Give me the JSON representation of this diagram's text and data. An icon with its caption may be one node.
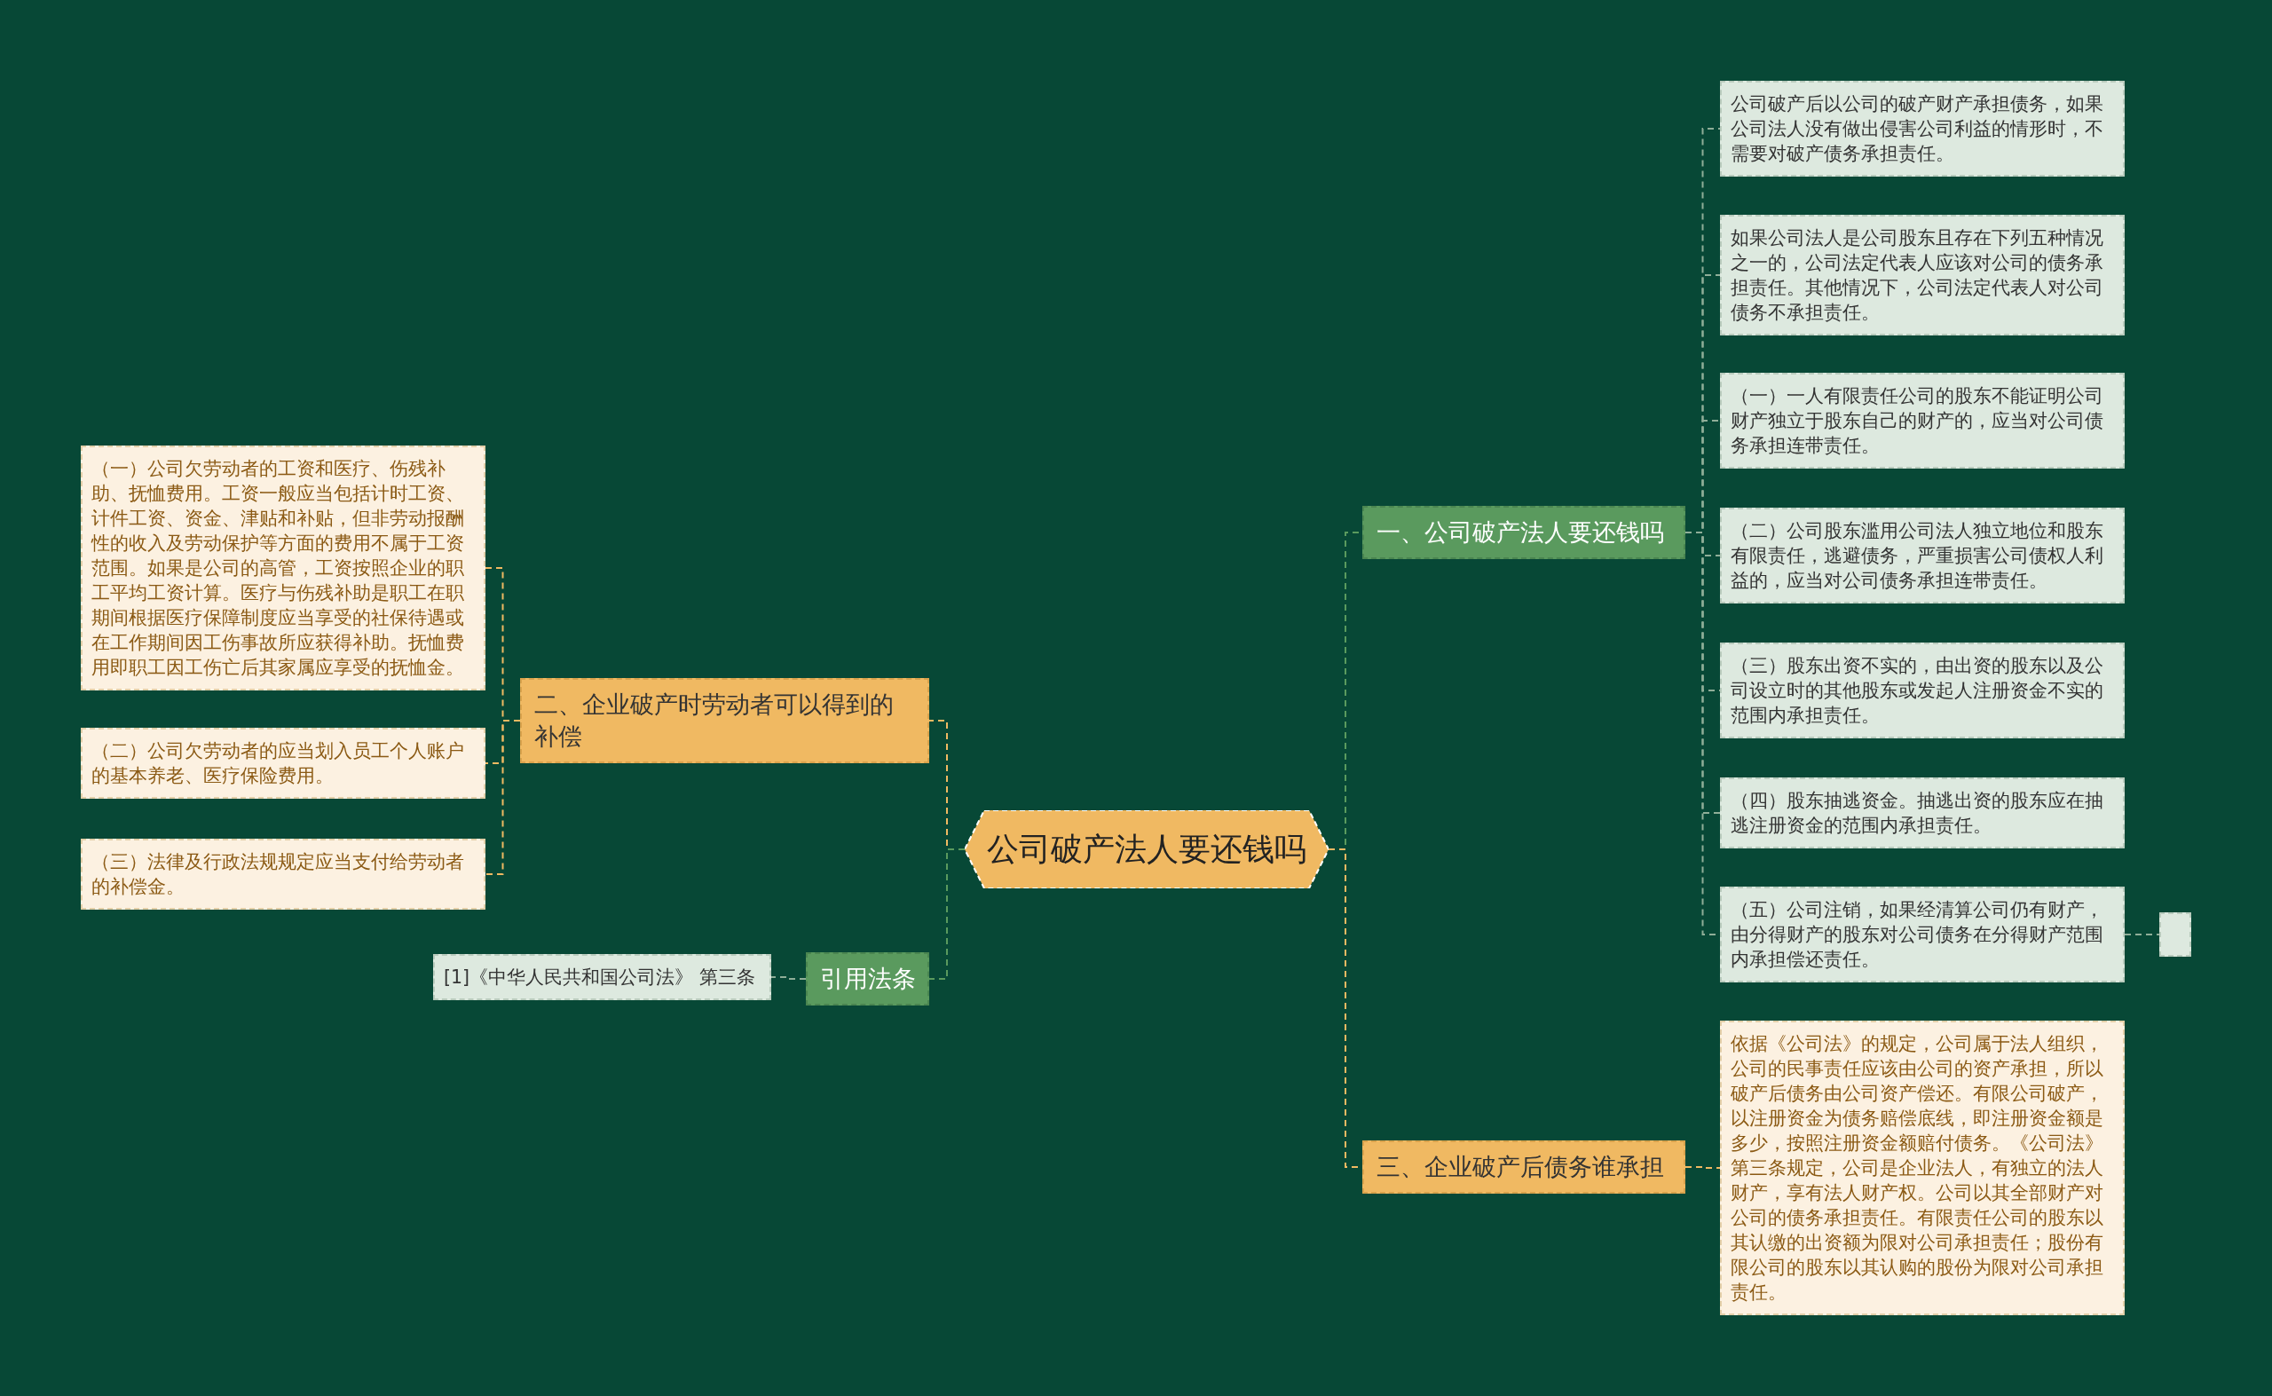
{
  "diagram": {
    "nodes": [
      {
        "text": [
          "公司破产法人要还钱吗"
        ]
      },
      {
        "text": [
          "一、公司破产法人要还钱吗"
        ]
      },
      {
        "text": [
          "公司破产后以公司的破产财产承担债务，如果公司法人没有做出侵害公司利益的情形时，不需要对破产债务承担责任。"
        ]
      },
      {
        "text": [
          "如果公司法人是公司股东且存在下列五种情况之一的，公司法定代表人应该对公司的债务承担责任。其他情况下，公司法定代表人对公司债务不承担责任。"
        ]
      },
      {
        "text": [
          "（一）一人有限责任公司的股东不能证明公司财产独立于股东自己的财产的，应当对公司债务承担连带责任。"
        ]
      },
      {
        "text": [
          "（二）公司股东滥用公司法人独立地位和股东有限责任，逃避债务，严重损害公司债权人利益的，应当对公司债务承担连带责任。"
        ]
      },
      {
        "text": [
          "（三）股东出资不实的，由出资的股东以及公司设立时的其他股东或发起人注册资金不实的范围内承担责任。"
        ]
      },
      {
        "text": [
          "（四）股东抽逃资金。抽逃出资的股东应在抽逃注册资金的范围内承担责任。"
        ]
      },
      {
        "text": [
          "（五）公司注销，如果经清算公司仍有财产，由分得财产的股东对公司债务在分得财产范围内承担偿还责任。"
        ]
      },
      {
        "text": [],
        "shape": "box"
      },
      {
        "text": [
          "二、企业破产时劳动者可以得到的补偿"
        ]
      },
      {
        "text": [
          "（一）公司欠劳动者的工资和医疗、伤残补助、抚恤费用。工资一般应当包括计时工资、计件工资、资金、津贴和补贴，但非劳动报酬性的收入及劳动保护等方面的费用不属于工资范围。如果是公司的高管，工资按照企业的职工平均工资计算。医疗与伤残补助是职工在职期间根据医疗保障制度应当享受的社保待遇或在工作期间因工伤事故所应获得补助。抚恤费用即职工因工伤亡后其家属应享受的抚恤金。"
        ]
      },
      {
        "text": [
          "（二）公司欠劳动者的应当划入员工个人账户的基本养老、医疗保险费用。"
        ]
      },
      {
        "text": [
          "（三）法律及行政法规规定应当支付给劳动者的补偿金。"
        ]
      },
      {
        "text": [
          "引用法条"
        ]
      },
      {
        "text": [
          "[1]《中华人民共和国公司法》 第三条"
        ]
      },
      {
        "text": [
          "三、企业破产后债务谁承担"
        ]
      },
      {
        "text": [
          "依据《公司法》的规定，公司属于法人组织，公司的民事责任应该由公司的资产承担，所以破产后债务由公司资产偿还。有限公司破产，以注册资金为债务赔偿底线，即注册资金额是多少，按照注册资金额赔付债务。《公司法》第三条规定，公司是企业法人，有独立的法人财产，享有法人财产权。公司以其全部财产对公司的债务承担责任。有限责任公司的股东以其认缴的出资额为限对公司承担责任；股份有限公司的股东以其认购的股份为限对公司承担责任。"
        ]
      }
    ],
    "edges": [
      {
        "from": 0,
        "to": 1,
        "arrow": "none",
        "style": "dashed",
        "color": "#5a9a5e"
      },
      {
        "from": 0,
        "to": 10,
        "arrow": "none",
        "style": "dashed",
        "color": "#f0b962"
      },
      {
        "from": 0,
        "to": 14,
        "arrow": "none",
        "style": "dashed",
        "color": "#5a9a5e"
      },
      {
        "from": 0,
        "to": 16,
        "arrow": "none",
        "style": "dashed",
        "color": "#f0b962"
      },
      {
        "from": 1,
        "to": 2,
        "arrow": "none",
        "style": "dashed"
      },
      {
        "from": 1,
        "to": 3,
        "arrow": "none",
        "style": "dashed"
      },
      {
        "from": 1,
        "to": 4,
        "arrow": "none",
        "style": "dashed"
      },
      {
        "from": 1,
        "to": 5,
        "arrow": "none",
        "style": "dashed"
      },
      {
        "from": 1,
        "to": 6,
        "arrow": "none",
        "style": "dashed"
      },
      {
        "from": 1,
        "to": 7,
        "arrow": "none",
        "style": "dashed"
      },
      {
        "from": 1,
        "to": 8,
        "arrow": "none",
        "style": "dashed"
      },
      {
        "from": 8,
        "to": 9,
        "arrow": "none",
        "style": "dashed"
      },
      {
        "from": 10,
        "to": 11,
        "arrow": "none",
        "style": "dashed",
        "color": "#f0b962"
      },
      {
        "from": 10,
        "to": 12,
        "arrow": "none",
        "style": "dashed",
        "color": "#f0b962"
      },
      {
        "from": 10,
        "to": 13,
        "arrow": "none",
        "style": "dashed",
        "color": "#f0b962"
      },
      {
        "from": 14,
        "to": 15,
        "arrow": "none",
        "style": "dashed"
      },
      {
        "from": 16,
        "to": 17,
        "arrow": "none",
        "style": "dashed",
        "color": "#f0b962"
      }
    ]
  }
}
